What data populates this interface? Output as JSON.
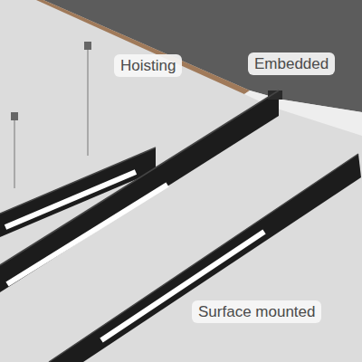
{
  "diagram": {
    "labels": [
      "Hoisting",
      "Embedded",
      "Surface mounted"
    ]
  }
}
